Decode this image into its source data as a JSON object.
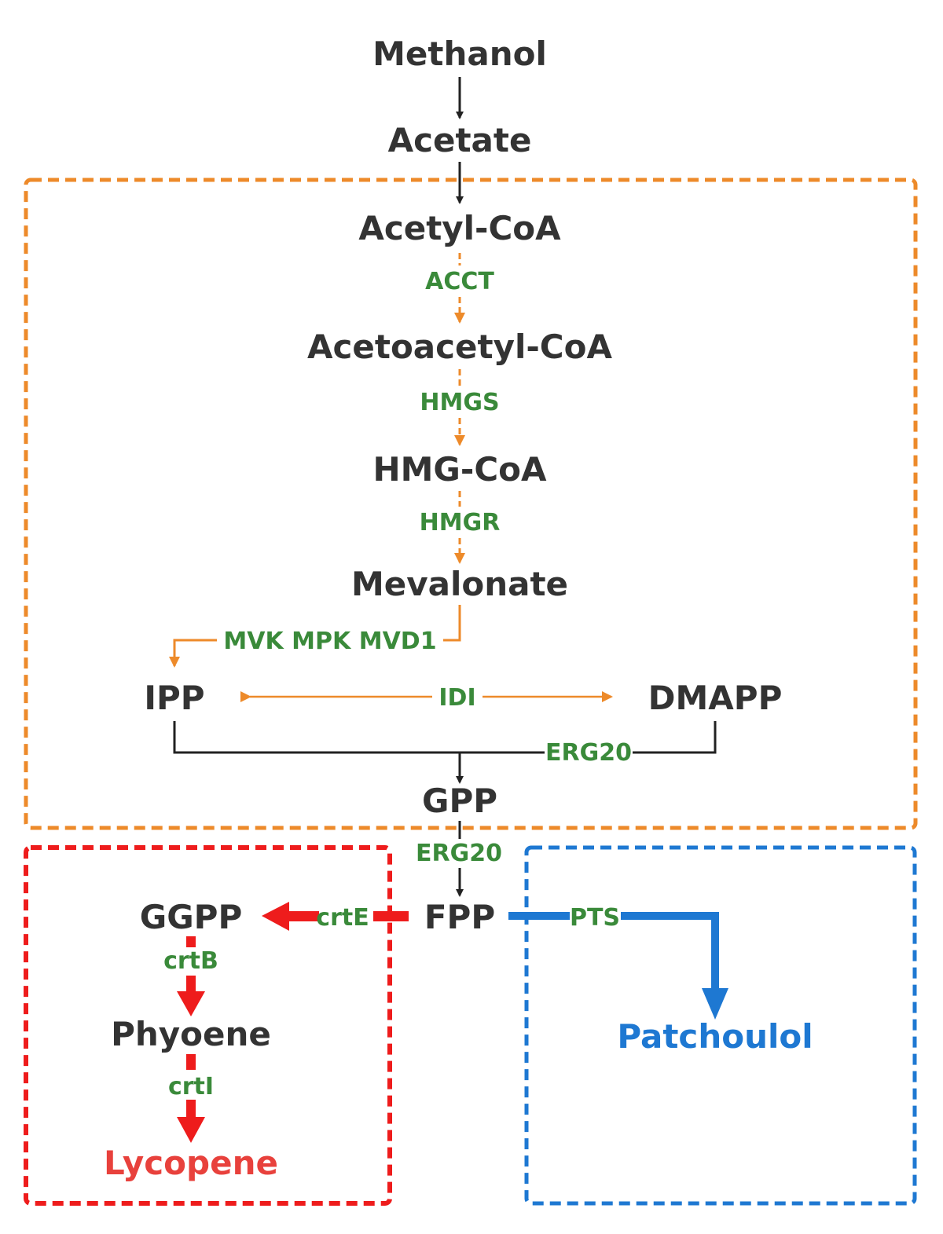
{
  "colors": {
    "metabolite": "#333333",
    "enzyme": "#3a8a3a",
    "mva_module": "#ed8a2a",
    "lycopene_module": "#ee1c1c",
    "patchoulol_module": "#1e78d2",
    "lycopene_text": "#e8413c",
    "patchoulol_text": "#1e78d2",
    "black_arrow": "#222222"
  },
  "metabolites": {
    "methanol": "Methanol",
    "acetate": "Acetate",
    "acetyl_coa": "Acetyl-CoA",
    "acetoacetyl_coa": "Acetoacetyl-CoA",
    "hmg_coa": "HMG-CoA",
    "mevalonate": "Mevalonate",
    "ipp": "IPP",
    "dmapp": "DMAPP",
    "gpp": "GPP",
    "fpp": "FPP",
    "ggpp": "GGPP",
    "phyoene": "Phyoene",
    "lycopene": "Lycopene",
    "patchoulol": "Patchoulol"
  },
  "enzymes": {
    "acct": "ACCT",
    "hmgs": "HMGS",
    "hmgr": "HMGR",
    "mvk_mpk_mvd1": "MVK MPK MVD1",
    "idi": "IDI",
    "erg20_a": "ERG20",
    "erg20_b": "ERG20",
    "crte": "crtE",
    "crtb": "crtB",
    "crti": "crtI",
    "pts": "PTS"
  }
}
